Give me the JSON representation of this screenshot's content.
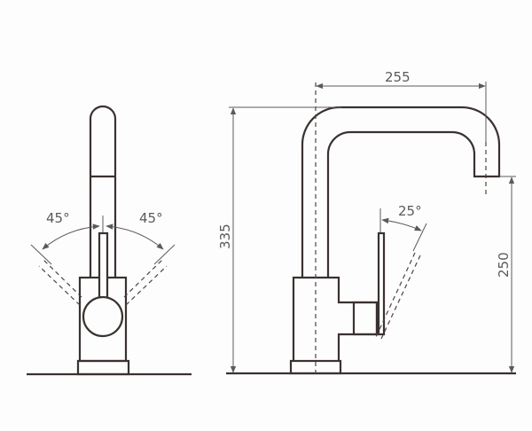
{
  "drawing": {
    "front_view": {
      "left_angle_label": "45°",
      "right_angle_label": "45°",
      "left_angle_deg": 45,
      "right_angle_deg": 45
    },
    "side_view": {
      "spout_reach_label": "255",
      "total_height_label": "335",
      "spout_height_label": "250",
      "handle_angle_label": "25°",
      "spout_reach_mm": 255,
      "total_height_mm": 335,
      "spout_height_mm": 250,
      "handle_angle_deg": 25
    },
    "colors": {
      "line": "#3a3230",
      "dimension": "#5a5a5a",
      "background": "#fdfdfd"
    }
  }
}
